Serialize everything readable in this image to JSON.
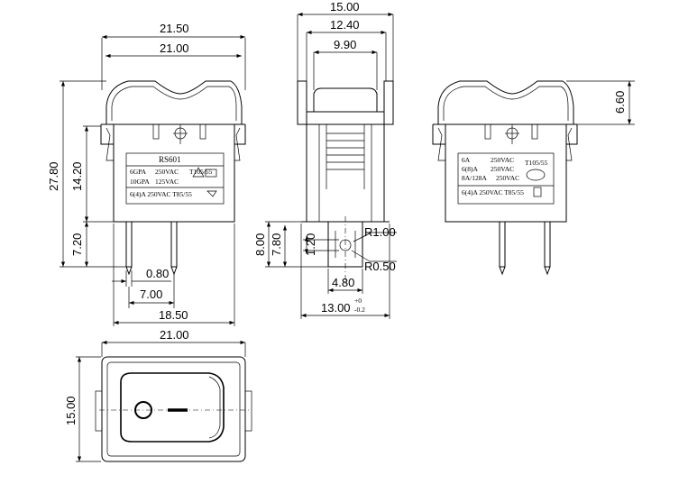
{
  "front_view": {
    "dims": {
      "overall_width": "21.50",
      "body_width": "21.00",
      "overall_height": "27.80",
      "body_height": "14.20",
      "terminal_length": "7.20",
      "terminal_thickness": "0.80",
      "terminal_pitch": "7.00",
      "base_width": "18.50"
    },
    "label": {
      "model": "RS601",
      "line1_left": "6GPA",
      "line1_mid": "250VAC",
      "line1_right": "T105/55",
      "line2_left": "10GPA",
      "line2_mid": "125VAC",
      "line3": "6(4)A 250VAC T85/55"
    }
  },
  "side_view": {
    "dims": {
      "overall_width": "15.00",
      "inner_width": "12.40",
      "actuator_width": "9.90",
      "terminal_height": "8.00",
      "terminal_slot_height": "7.80",
      "hole_offset": "1.20",
      "radius_large": "R1.00",
      "radius_small": "R0.50",
      "terminal_width": "4.80",
      "base_width": "13.00",
      "tol_plus": "+0",
      "tol_minus": "-0.2"
    }
  },
  "back_view": {
    "dims": {
      "actuator_height": "6.60"
    },
    "label": {
      "line1_left": "6A",
      "line1_mid": "250VAC",
      "line1_right": "T105/55",
      "line2_left": "6(8)A",
      "line2_mid": "250VAC",
      "line3_left": "8A/128A",
      "line3_mid": "250VAC",
      "line4": "6(4)A 250VAC T85/55"
    }
  },
  "top_view": {
    "dims": {
      "width": "21.00",
      "height": "15.00"
    },
    "symbols": {
      "off": "O",
      "on": "—"
    }
  }
}
